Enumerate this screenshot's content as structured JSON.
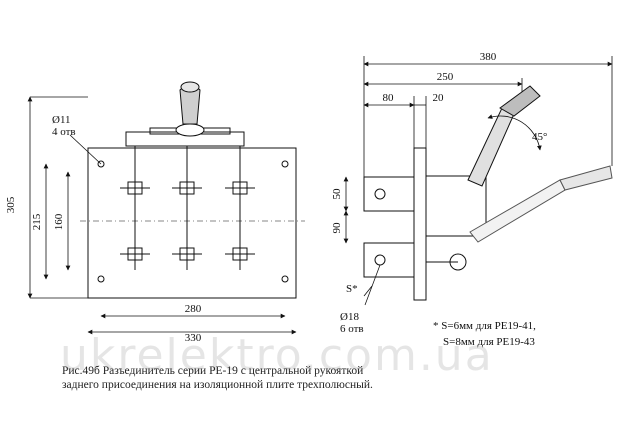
{
  "dimensions": {
    "top_380": "380",
    "top_250": "250",
    "top_80": "80",
    "top_20": "20",
    "angle_45": "45°",
    "front_305": "305",
    "front_215": "215",
    "front_160": "160",
    "front_280": "280",
    "front_330": "330",
    "side_50": "50",
    "side_90": "90",
    "hole_d11": "Ø11",
    "hole_d11_count": "4 отв",
    "hole_d18": "Ø18",
    "hole_d18_count": "6 отв",
    "s_label": "S*"
  },
  "note": {
    "line1": "* S=6мм для РЕ19-41,",
    "line2": "S=8мм для РЕ19-43"
  },
  "caption": {
    "line1": "Рис.49б Разъединитель серии РЕ-19 с центральной рукояткой",
    "line2": "заднего присоединения на изоляционной плите трехполюсный."
  },
  "watermark": "ukrelektro.com.ua"
}
